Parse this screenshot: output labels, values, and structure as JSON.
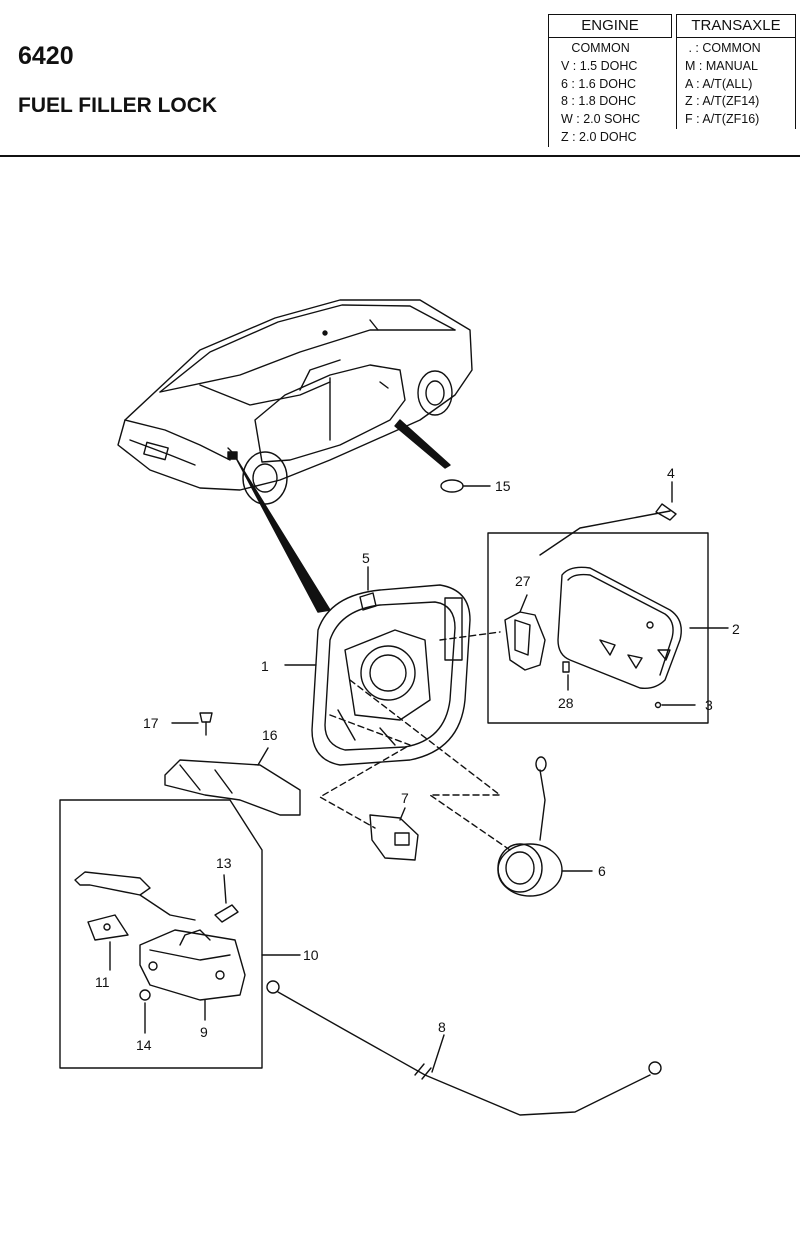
{
  "header": {
    "code": "6420",
    "title": "FUEL FILLER LOCK"
  },
  "engine_table": {
    "heading": "ENGINE",
    "rows": [
      "   COMMON",
      "V : 1.5 DOHC",
      "6 : 1.6 DOHC",
      "8 : 1.8 DOHC",
      "W : 2.0 SOHC",
      "Z : 2.0 DOHC"
    ]
  },
  "transaxle_table": {
    "heading": "TRANSAXLE",
    "rows": [
      " . : COMMON",
      "M : MANUAL",
      "A : A/T(ALL)",
      "Z : A/T(ZF14)",
      "F : A/T(ZF16)"
    ]
  },
  "callouts": [
    "1",
    "2",
    "3",
    "4",
    "5",
    "6",
    "7",
    "8",
    "9",
    "10",
    "11",
    "13",
    "14",
    "15",
    "16",
    "17",
    "27",
    "28"
  ]
}
